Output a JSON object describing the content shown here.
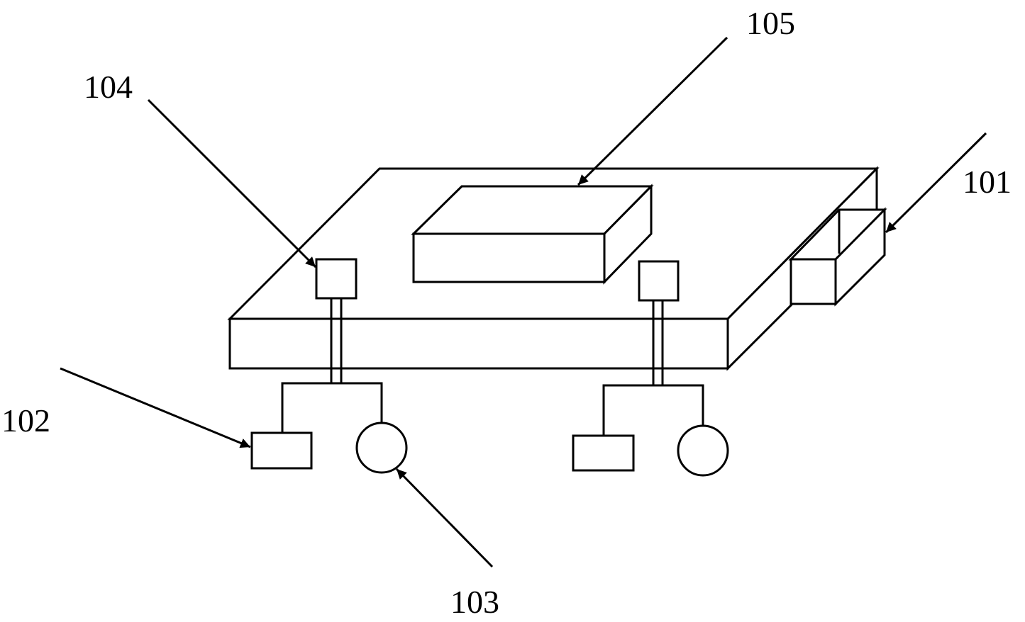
{
  "labels": {
    "ref_101": "101",
    "ref_102": "102",
    "ref_103": "103",
    "ref_104": "104",
    "ref_105": "105"
  },
  "colors": {
    "stroke": "#000000",
    "background": "#ffffff"
  }
}
